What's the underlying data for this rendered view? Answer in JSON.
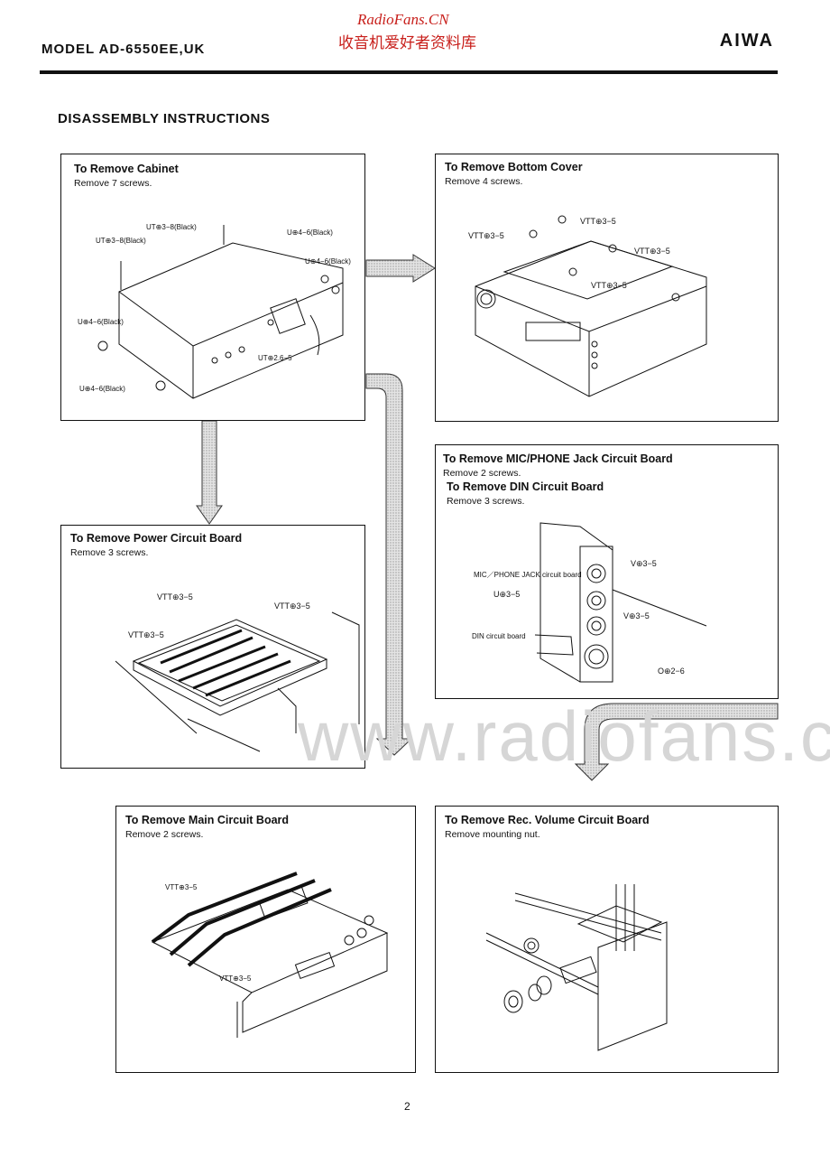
{
  "header": {
    "model": "MODEL AD-6550EE,UK",
    "brand": "AIWA",
    "site": "RadioFans.CN",
    "site_cn": "收音机爱好者资料库"
  },
  "section_title": "DISASSEMBLY INSTRUCTIONS",
  "panels": {
    "cabinet": {
      "title": "To Remove Cabinet",
      "note": "Remove 7 screws.",
      "labels": [
        "UT⊕3−8(Black)",
        "UT⊕3−8(Black)",
        "U⊕4−6(Black)",
        "U⊕4−6(Black)",
        "U⊕4−6(Black)",
        "UT⊕2.6−5",
        "U⊕4−6(Black)"
      ]
    },
    "bottom": {
      "title": "To Remove Bottom Cover",
      "note": "Remove 4 screws.",
      "labels": [
        "VTT⊕3−5",
        "VTT⊕3−5",
        "VTT⊕3−5",
        "VTT⊕3−5"
      ]
    },
    "jack": {
      "title": "To Remove MIC/PHONE Jack Circuit Board",
      "note": "Remove 2 screws.",
      "title2": "To Remove DIN Circuit Board",
      "note2": "Remove 3 screws.",
      "labels": [
        "MIC／PHONE JACK circuit board",
        "U⊕3−5",
        "V⊕3−5",
        "V⊕3−5",
        "DIN circuit board",
        "O⊕2−6"
      ]
    },
    "power": {
      "title": "To Remove Power Circuit Board",
      "note": "Remove 3 screws.",
      "labels": [
        "VTT⊕3−5",
        "VTT⊕3−5",
        "VTT⊕3−5"
      ]
    },
    "main": {
      "title": "To Remove Main Circuit Board",
      "note": "Remove 2 screws.",
      "labels": [
        "VTT⊕3−5",
        "VTT⊕3−5"
      ]
    },
    "recvol": {
      "title": "To Remove Rec. Volume Circuit Board",
      "note": "Remove mounting nut."
    }
  },
  "watermark": "www.radiofans.c",
  "page_number": "2",
  "colors": {
    "accent": "#c8201c",
    "ink": "#111111",
    "arrow_fill": "#c9c9c9"
  }
}
